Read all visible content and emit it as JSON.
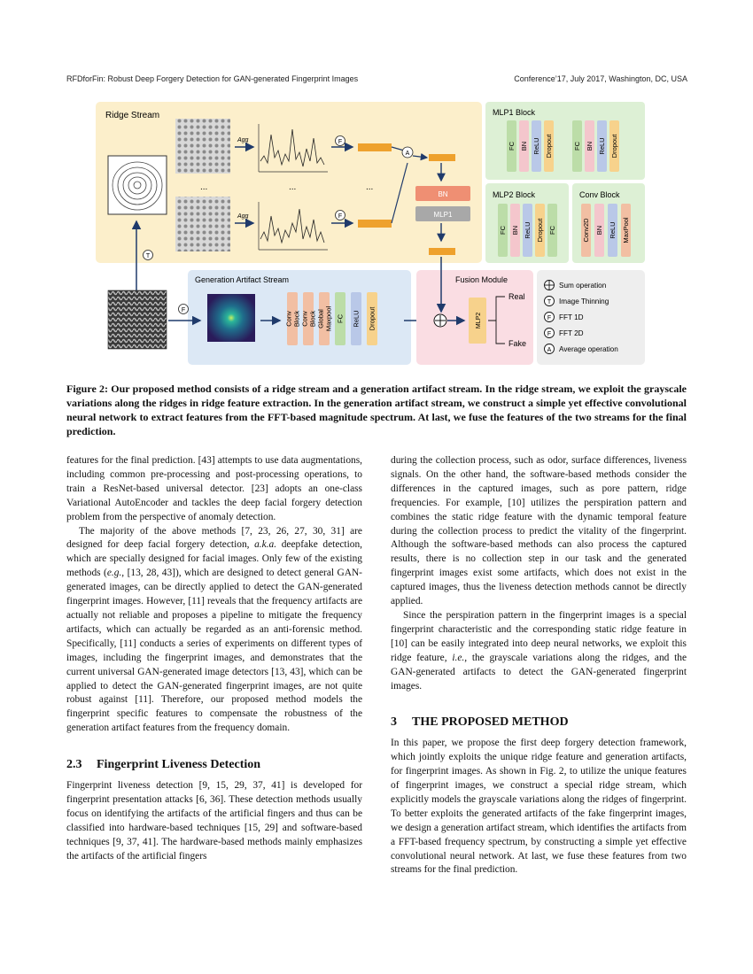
{
  "header": {
    "left": "RFDforFin: Robust Deep Forgery Detection for GAN-generated Fingerprint Images",
    "right": "Conference’17, July 2017, Washington, DC, USA"
  },
  "figure": {
    "ridge_stream_title": "Ridge Stream",
    "agg": "Agg",
    "ellipsis": "...",
    "bn": "BN",
    "mlp1": "MLP1",
    "mlp2": "MLP2",
    "mlp1_block_title": "MLP1 Block",
    "mlp1_block_layers": [
      "FC",
      "BN",
      "ReLU",
      "Dropout"
    ],
    "mlp2_block_title": "MLP2 Block",
    "mlp2_block_layers": [
      "FC",
      "BN",
      "ReLU",
      "Dropout",
      "FC"
    ],
    "conv_block_title": "Conv Block",
    "conv_block_layers": [
      "Conv2D",
      "BN",
      "ReLU",
      "MaxPool"
    ],
    "gen_stream_title": "Generation Artifact Stream",
    "gen_stream_layers": [
      "Conv Block",
      "Conv Block",
      "Global Maxpool",
      "FC",
      "ReLU",
      "Dropout"
    ],
    "fusion_title": "Fusion Module",
    "real": "Real",
    "fake": "Fake",
    "symbol_t": "T",
    "symbol_f": "F",
    "symbol_a": "A",
    "legend": [
      "Sum operation",
      "Image Thinning",
      "FFT 1D",
      "FFT 2D",
      "Average operation"
    ]
  },
  "caption": "Figure 2: Our proposed method consists of a ridge stream and a generation artifact stream. In the ridge stream, we exploit the grayscale variations along the ridges in ridge feature extraction. In the generation artifact stream, we construct a simple yet effective convolutional neural network to extract features from the FFT-based magnitude spectrum. At last, we fuse the features of the two streams for the final prediction.",
  "left_col": {
    "p1": "features for the final prediction. [43] attempts to use data augmentations, including common pre-processing and post-processing operations, to train a ResNet-based universal detector. [23] adopts an one-class Variational AutoEncoder and tackles the deep facial forgery detection problem from the perspective of anomaly detection.",
    "p2_a": "The majority of the above methods [7, 23, 26, 27, 30, 31] are designed for deep facial forgery detection, ",
    "p2_aka": "a.k.a.",
    "p2_b": " deepfake detection, which are specially designed for facial images. Only few of the existing methods (",
    "p2_eg": "e.g.",
    "p2_c": ", [13, 28, 43]), which are designed to detect general GAN-generated images, can be directly applied to detect the GAN-generated fingerprint images. However, [11] reveals that the frequency artifacts are actually not reliable and proposes a pipeline to mitigate the frequency artifacts, which can actually be regarded as an anti-forensic method. Specifically, [11] conducts a series of experiments on different types of images, including the fingerprint images, and demonstrates that the current universal GAN-generated image detectors [13, 43], which can be applied to detect the GAN-generated fingerprint images, are not quite robust against [11]. Therefore, our proposed method models the fingerprint specific features to compensate the robustness of the generation artifact features from the frequency domain.",
    "sec_num": "2.3",
    "sec_title": "Fingerprint Liveness Detection",
    "p3": "Fingerprint liveness detection [9, 15, 29, 37, 41] is developed for fingerprint presentation attacks [6, 36]. These detection methods usually focus on identifying the artifacts of the artificial fingers and thus can be classified into hardware-based techniques [15, 29] and software-based techniques [9, 37, 41]. The hardware-based methods mainly emphasizes the artifacts of the artificial fingers"
  },
  "right_col": {
    "p1": "during the collection process, such as odor, surface differences, liveness signals. On the other hand, the software-based methods consider the differences in the captured images, such as pore pattern, ridge frequencies. For example, [10] utilizes the perspiration pattern and combines the static ridge feature with the dynamic temporal feature during the collection process to predict the vitality of the fingerprint. Although the software-based methods can also process the captured results, there is no collection step in our task and the generated fingerprint images exist some artifacts, which does not exist in the captured images, thus the liveness detection methods cannot be directly applied.",
    "p2_a": "Since the perspiration pattern in the fingerprint images is a special fingerprint characteristic and the corresponding static ridge feature in [10] can be easily integrated into deep neural networks, we exploit this ridge feature, ",
    "p2_ie": "i.e.",
    "p2_b": ", the grayscale variations along the ridges, and the GAN-generated artifacts to detect the GAN-generated fingerprint images.",
    "sec_num": "3",
    "sec_title": "THE PROPOSED METHOD",
    "p3": "In this paper, we propose the first deep forgery detection framework, which jointly exploits the unique ridge feature and generation artifacts, for fingerprint images. As shown in Fig. 2, to utilize the unique features of fingerprint images, we construct a special ridge stream, which explicitly models the grayscale variations along the ridges of fingerprint. To better exploits the generated artifacts of the fake fingerprint images, we design a generation artifact stream, which identifies the artifacts from a FFT-based frequency spectrum, by constructing a simple yet effective convolutional neural network. At last, we fuse these features from two streams for the final prediction."
  },
  "colors": {
    "ridge_bg": "#FCEFCB",
    "block_bg": "#DDF0D5",
    "gen_bg": "#DCE8F5",
    "fusion_bg": "#FADDE3",
    "legend_bg": "#EEEEEE",
    "fc": "#BCDDA8",
    "bn": "#F4C6CC",
    "relu": "#B9C8E8",
    "dropout": "#F7D28C",
    "conv": "#F2BFA3",
    "orange": "#EEA12D",
    "navy": "#1F3A6B"
  }
}
